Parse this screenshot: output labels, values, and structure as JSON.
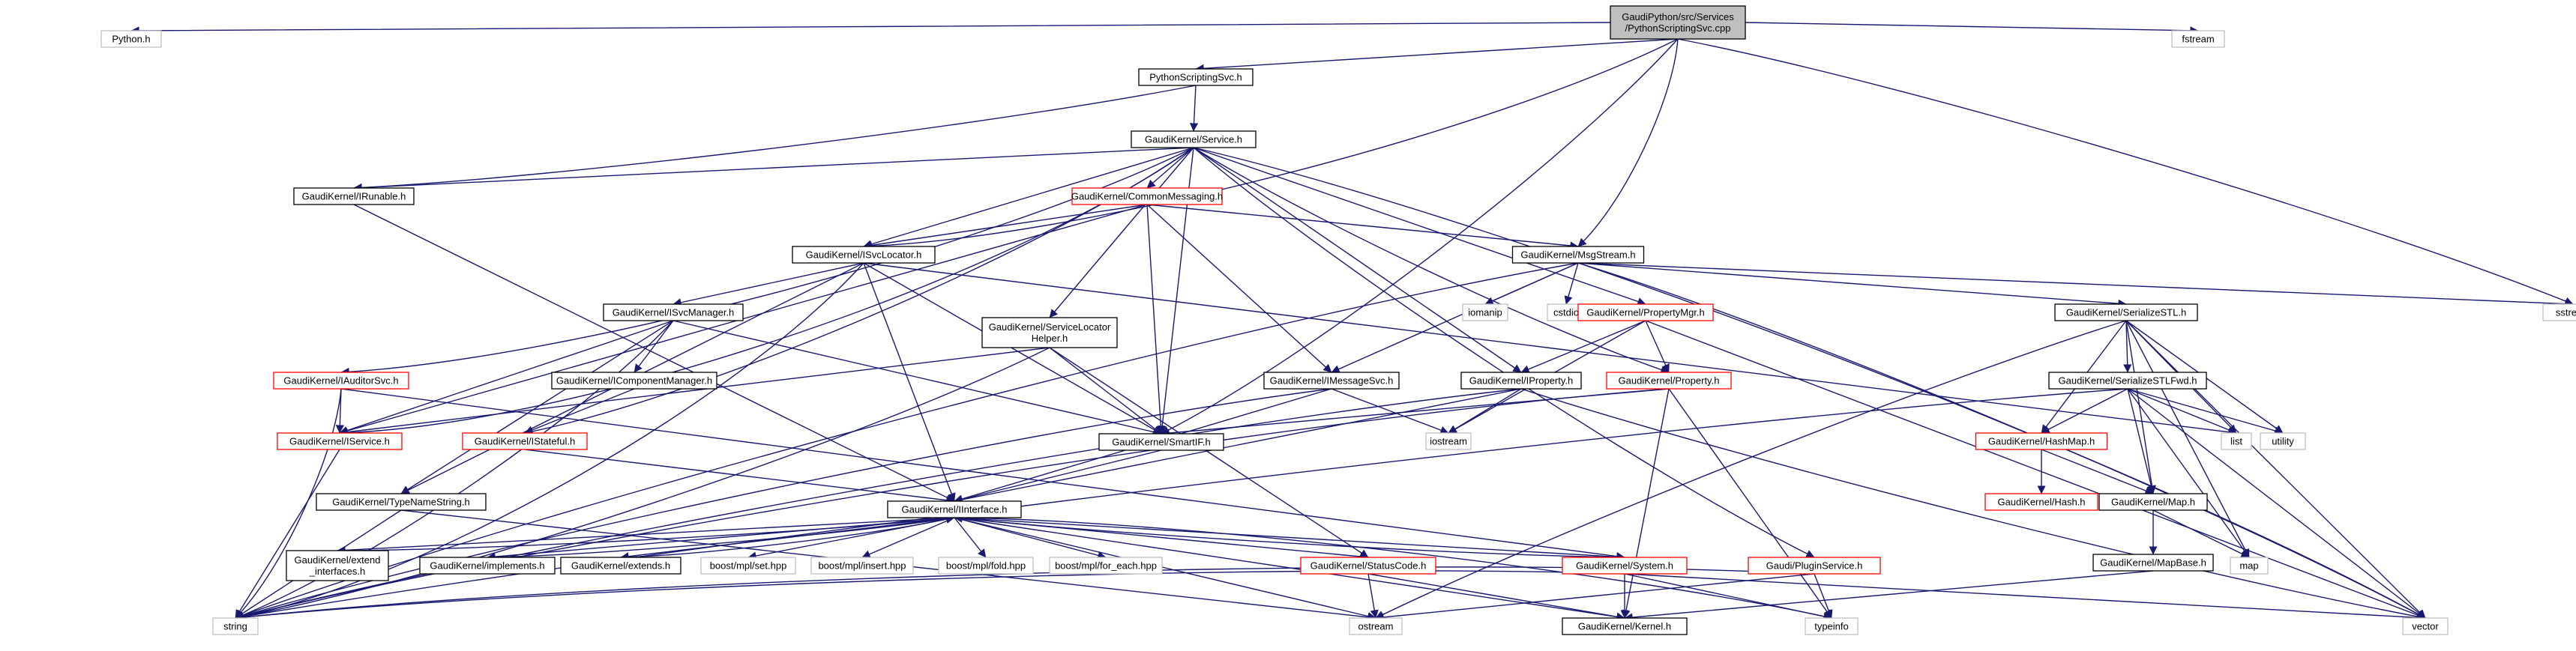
{
  "graph": {
    "nodes": [
      {
        "id": "root",
        "lines": [
          "GaudiPython/src/Services",
          "/PythonScriptingSvc.cpp"
        ],
        "style": "root"
      },
      {
        "id": "python_h",
        "lines": [
          "Python.h"
        ],
        "style": "grey"
      },
      {
        "id": "pythonscriptingsvc_h",
        "lines": [
          "PythonScriptingSvc.h"
        ],
        "style": "black"
      },
      {
        "id": "fstream",
        "lines": [
          "fstream"
        ],
        "style": "grey"
      },
      {
        "id": "service_h",
        "lines": [
          "GaudiKernel/Service.h"
        ],
        "style": "black"
      },
      {
        "id": "irunable_h",
        "lines": [
          "GaudiKernel/IRunable.h"
        ],
        "style": "black"
      },
      {
        "id": "commonmessaging_h",
        "lines": [
          "GaudiKernel/CommonMessaging.h"
        ],
        "style": "red"
      },
      {
        "id": "isvclocator_h",
        "lines": [
          "GaudiKernel/ISvcLocator.h"
        ],
        "style": "black"
      },
      {
        "id": "msgstream_h",
        "lines": [
          "GaudiKernel/MsgStream.h"
        ],
        "style": "black"
      },
      {
        "id": "sstream",
        "lines": [
          "sstream"
        ],
        "style": "grey"
      },
      {
        "id": "isvcmanager_h",
        "lines": [
          "GaudiKernel/ISvcManager.h"
        ],
        "style": "black"
      },
      {
        "id": "iomanip",
        "lines": [
          "iomanip"
        ],
        "style": "grey"
      },
      {
        "id": "cstdio",
        "lines": [
          "cstdio"
        ],
        "style": "grey"
      },
      {
        "id": "propertymgr_h",
        "lines": [
          "GaudiKernel/PropertyMgr.h"
        ],
        "style": "red"
      },
      {
        "id": "serializestl_h",
        "lines": [
          "GaudiKernel/SerializeSTL.h"
        ],
        "style": "black"
      },
      {
        "id": "servicelocatorhelper_h",
        "lines": [
          "GaudiKernel/ServiceLocator",
          "Helper.h"
        ],
        "style": "black"
      },
      {
        "id": "iauditorsvc_h",
        "lines": [
          "GaudiKernel/IAuditorSvc.h"
        ],
        "style": "red"
      },
      {
        "id": "icomponentmanager_h",
        "lines": [
          "GaudiKernel/IComponentManager.h"
        ],
        "style": "black"
      },
      {
        "id": "imessagesvc_h",
        "lines": [
          "GaudiKernel/IMessageSvc.h"
        ],
        "style": "black"
      },
      {
        "id": "iproperty_h",
        "lines": [
          "GaudiKernel/IProperty.h"
        ],
        "style": "black"
      },
      {
        "id": "property_h",
        "lines": [
          "GaudiKernel/Property.h"
        ],
        "style": "red"
      },
      {
        "id": "serializestlfwd_h",
        "lines": [
          "GaudiKernel/SerializeSTLFwd.h"
        ],
        "style": "black"
      },
      {
        "id": "iservice_h",
        "lines": [
          "GaudiKernel/IService.h"
        ],
        "style": "red"
      },
      {
        "id": "istateful_h",
        "lines": [
          "GaudiKernel/IStateful.h"
        ],
        "style": "red"
      },
      {
        "id": "smartif_h",
        "lines": [
          "GaudiKernel/SmartIF.h"
        ],
        "style": "black"
      },
      {
        "id": "iostream",
        "lines": [
          "iostream"
        ],
        "style": "grey"
      },
      {
        "id": "list",
        "lines": [
          "list"
        ],
        "style": "grey"
      },
      {
        "id": "utility",
        "lines": [
          "utility"
        ],
        "style": "grey"
      },
      {
        "id": "hashmap_h",
        "lines": [
          "GaudiKernel/HashMap.h"
        ],
        "style": "red"
      },
      {
        "id": "hash_h",
        "lines": [
          "GaudiKernel/Hash.h"
        ],
        "style": "red"
      },
      {
        "id": "typenamestring_h",
        "lines": [
          "GaudiKernel/TypeNameString.h"
        ],
        "style": "black"
      },
      {
        "id": "iinterface_h",
        "lines": [
          "GaudiKernel/IInterface.h"
        ],
        "style": "black"
      },
      {
        "id": "map_h",
        "lines": [
          "GaudiKernel/Map.h"
        ],
        "style": "black"
      },
      {
        "id": "mapbase_h",
        "lines": [
          "GaudiKernel/MapBase.h"
        ],
        "style": "black"
      },
      {
        "id": "extend_interfaces_h",
        "lines": [
          "GaudiKernel/extend",
          "_interfaces.h"
        ],
        "style": "black"
      },
      {
        "id": "implements_h",
        "lines": [
          "GaudiKernel/implements.h"
        ],
        "style": "black"
      },
      {
        "id": "extends_h",
        "lines": [
          "GaudiKernel/extends.h"
        ],
        "style": "black"
      },
      {
        "id": "boost_set",
        "lines": [
          "boost/mpl/set.hpp"
        ],
        "style": "grey"
      },
      {
        "id": "boost_insert",
        "lines": [
          "boost/mpl/insert.hpp"
        ],
        "style": "grey"
      },
      {
        "id": "boost_fold",
        "lines": [
          "boost/mpl/fold.hpp"
        ],
        "style": "grey"
      },
      {
        "id": "boost_for_each",
        "lines": [
          "boost/mpl/for_each.hpp"
        ],
        "style": "grey"
      },
      {
        "id": "statuscode_h",
        "lines": [
          "GaudiKernel/StatusCode.h"
        ],
        "style": "red"
      },
      {
        "id": "system_h",
        "lines": [
          "GaudiKernel/System.h"
        ],
        "style": "red"
      },
      {
        "id": "pluginservice_h",
        "lines": [
          "Gaudi/PluginService.h"
        ],
        "style": "red"
      },
      {
        "id": "map",
        "lines": [
          "map"
        ],
        "style": "grey"
      },
      {
        "id": "string",
        "lines": [
          "string"
        ],
        "style": "grey"
      },
      {
        "id": "ostream",
        "lines": [
          "ostream"
        ],
        "style": "grey"
      },
      {
        "id": "kernel_h",
        "lines": [
          "GaudiKernel/Kernel.h"
        ],
        "style": "black"
      },
      {
        "id": "typeinfo",
        "lines": [
          "typeinfo"
        ],
        "style": "grey"
      },
      {
        "id": "vector",
        "lines": [
          "vector"
        ],
        "style": "grey"
      }
    ],
    "edges": [
      [
        "root",
        "python_h"
      ],
      [
        "root",
        "pythonscriptingsvc_h"
      ],
      [
        "root",
        "fstream"
      ],
      [
        "root",
        "sstream"
      ],
      [
        "root",
        "msgstream_h"
      ],
      [
        "root",
        "smartif_h"
      ],
      [
        "root",
        "isvclocator_h"
      ],
      [
        "pythonscriptingsvc_h",
        "service_h"
      ],
      [
        "pythonscriptingsvc_h",
        "irunable_h"
      ],
      [
        "service_h",
        "irunable_h"
      ],
      [
        "service_h",
        "commonmessaging_h"
      ],
      [
        "service_h",
        "isvclocator_h"
      ],
      [
        "service_h",
        "iauditorsvc_h"
      ],
      [
        "service_h",
        "iservice_h"
      ],
      [
        "service_h",
        "istateful_h"
      ],
      [
        "service_h",
        "servicelocatorhelper_h"
      ],
      [
        "service_h",
        "smartif_h"
      ],
      [
        "service_h",
        "iproperty_h"
      ],
      [
        "service_h",
        "propertymgr_h"
      ],
      [
        "service_h",
        "property_h"
      ],
      [
        "service_h",
        "pluginservice_h"
      ],
      [
        "service_h",
        "vector"
      ],
      [
        "irunable_h",
        "iinterface_h"
      ],
      [
        "commonmessaging_h",
        "msgstream_h"
      ],
      [
        "commonmessaging_h",
        "isvclocator_h"
      ],
      [
        "commonmessaging_h",
        "imessagesvc_h"
      ],
      [
        "commonmessaging_h",
        "smartif_h"
      ],
      [
        "commonmessaging_h",
        "iservice_h"
      ],
      [
        "isvclocator_h",
        "isvcmanager_h"
      ],
      [
        "isvclocator_h",
        "string"
      ],
      [
        "isvclocator_h",
        "iinterface_h"
      ],
      [
        "isvclocator_h",
        "smartif_h"
      ],
      [
        "isvclocator_h",
        "typenamestring_h"
      ],
      [
        "isvclocator_h",
        "list"
      ],
      [
        "msgstream_h",
        "imessagesvc_h"
      ],
      [
        "msgstream_h",
        "serializestl_h"
      ],
      [
        "msgstream_h",
        "iomanip"
      ],
      [
        "msgstream_h",
        "cstdio"
      ],
      [
        "msgstream_h",
        "sstream"
      ],
      [
        "msgstream_h",
        "string"
      ],
      [
        "msgstream_h",
        "vector"
      ],
      [
        "isvcmanager_h",
        "icomponentmanager_h"
      ],
      [
        "isvcmanager_h",
        "iservice_h"
      ],
      [
        "isvcmanager_h",
        "smartif_h"
      ],
      [
        "isvcmanager_h",
        "string"
      ],
      [
        "isvcmanager_h",
        "typenamestring_h"
      ],
      [
        "icomponentmanager_h",
        "istateful_h"
      ],
      [
        "propertymgr_h",
        "iproperty_h"
      ],
      [
        "propertymgr_h",
        "property_h"
      ],
      [
        "propertymgr_h",
        "iostream"
      ],
      [
        "propertymgr_h",
        "vector"
      ],
      [
        "serializestl_h",
        "serializestlfwd_h"
      ],
      [
        "serializestl_h",
        "hashmap_h"
      ],
      [
        "serializestl_h",
        "map_h"
      ],
      [
        "serializestl_h",
        "list"
      ],
      [
        "serializestl_h",
        "utility"
      ],
      [
        "serializestl_h",
        "map"
      ],
      [
        "serializestl_h",
        "ostream"
      ],
      [
        "serializestl_h",
        "vector"
      ],
      [
        "serializestlfwd_h",
        "hashmap_h"
      ],
      [
        "serializestlfwd_h",
        "map_h"
      ],
      [
        "serializestlfwd_h",
        "list"
      ],
      [
        "serializestlfwd_h",
        "utility"
      ],
      [
        "serializestlfwd_h",
        "map"
      ],
      [
        "serializestlfwd_h",
        "string"
      ],
      [
        "serializestlfwd_h",
        "vector"
      ],
      [
        "servicelocatorhelper_h",
        "iservice_h"
      ],
      [
        "servicelocatorhelper_h",
        "smartif_h"
      ],
      [
        "servicelocatorhelper_h",
        "statuscode_h"
      ],
      [
        "servicelocatorhelper_h",
        "string"
      ],
      [
        "iauditorsvc_h",
        "iservice_h"
      ],
      [
        "iauditorsvc_h",
        "system_h"
      ],
      [
        "iauditorsvc_h",
        "string"
      ],
      [
        "imessagesvc_h",
        "iinterface_h"
      ],
      [
        "imessagesvc_h",
        "iostream"
      ],
      [
        "imessagesvc_h",
        "string"
      ],
      [
        "iproperty_h",
        "iinterface_h"
      ],
      [
        "iproperty_h",
        "iostream"
      ],
      [
        "iproperty_h",
        "string"
      ],
      [
        "iproperty_h",
        "vector"
      ],
      [
        "property_h",
        "smartif_h"
      ],
      [
        "property_h",
        "string"
      ],
      [
        "property_h",
        "typeinfo"
      ],
      [
        "property_h",
        "kernel_h"
      ],
      [
        "iservice_h",
        "string"
      ],
      [
        "istateful_h",
        "iinterface_h"
      ],
      [
        "smartif_h",
        "iinterface_h"
      ],
      [
        "hashmap_h",
        "hash_h"
      ],
      [
        "hashmap_h",
        "map_h"
      ],
      [
        "map_h",
        "map"
      ],
      [
        "map_h",
        "mapbase_h"
      ],
      [
        "mapbase_h",
        "kernel_h"
      ],
      [
        "typenamestring_h",
        "string"
      ],
      [
        "typenamestring_h",
        "ostream"
      ],
      [
        "iinterface_h",
        "extend_interfaces_h"
      ],
      [
        "iinterface_h",
        "implements_h"
      ],
      [
        "iinterface_h",
        "extends_h"
      ],
      [
        "iinterface_h",
        "boost_set"
      ],
      [
        "iinterface_h",
        "boost_insert"
      ],
      [
        "iinterface_h",
        "boost_fold"
      ],
      [
        "iinterface_h",
        "boost_for_each"
      ],
      [
        "iinterface_h",
        "statuscode_h"
      ],
      [
        "iinterface_h",
        "system_h"
      ],
      [
        "iinterface_h",
        "ostream"
      ],
      [
        "iinterface_h",
        "typeinfo"
      ],
      [
        "iinterface_h",
        "kernel_h"
      ],
      [
        "extend_interfaces_h",
        "iinterface_h"
      ],
      [
        "implements_h",
        "iinterface_h"
      ],
      [
        "extends_h",
        "iinterface_h"
      ],
      [
        "statuscode_h",
        "ostream"
      ],
      [
        "statuscode_h",
        "kernel_h"
      ],
      [
        "system_h",
        "kernel_h"
      ],
      [
        "system_h",
        "string"
      ],
      [
        "system_h",
        "typeinfo"
      ],
      [
        "system_h",
        "vector"
      ],
      [
        "system_h",
        "iinterface_h"
      ],
      [
        "pluginservice_h",
        "string"
      ],
      [
        "pluginservice_h",
        "typeinfo"
      ],
      [
        "pluginservice_h",
        "ostream"
      ]
    ]
  }
}
